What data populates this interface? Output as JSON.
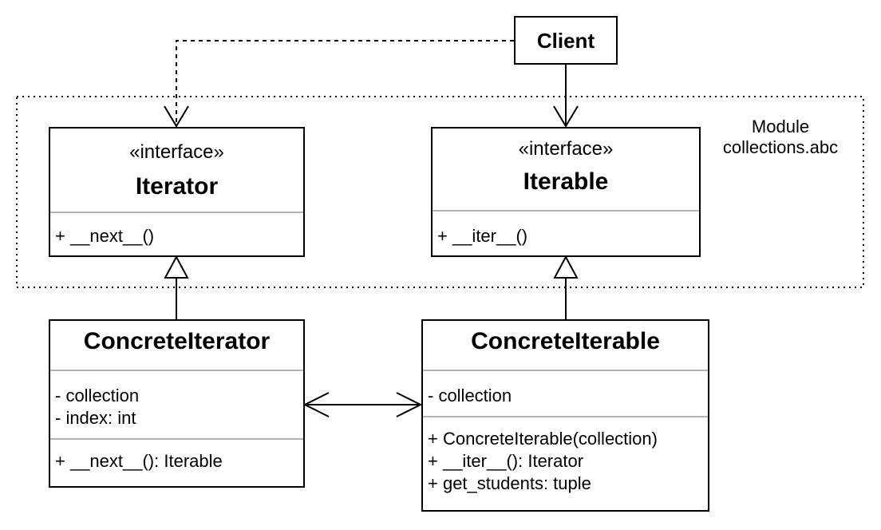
{
  "module": {
    "line1": "Module",
    "line2": "collections.abc"
  },
  "client": {
    "name": "Client"
  },
  "iterator": {
    "stereotype": "«interface»",
    "name": "Iterator",
    "methods": [
      "+ __next__()"
    ]
  },
  "iterable": {
    "stereotype": "«interface»",
    "name": "Iterable",
    "methods": [
      "+ __iter__()"
    ]
  },
  "concrete_iterator": {
    "name": "ConcreteIterator",
    "attributes": [
      "- collection",
      "- index: int"
    ],
    "methods": [
      "+ __next__(): Iterable"
    ]
  },
  "concrete_iterable": {
    "name": "ConcreteIterable",
    "attributes": [
      "- collection"
    ],
    "methods": [
      "+ ConcreteIterable(collection)",
      "+ __iter__(): Iterator",
      "+ get_students: tuple"
    ]
  }
}
